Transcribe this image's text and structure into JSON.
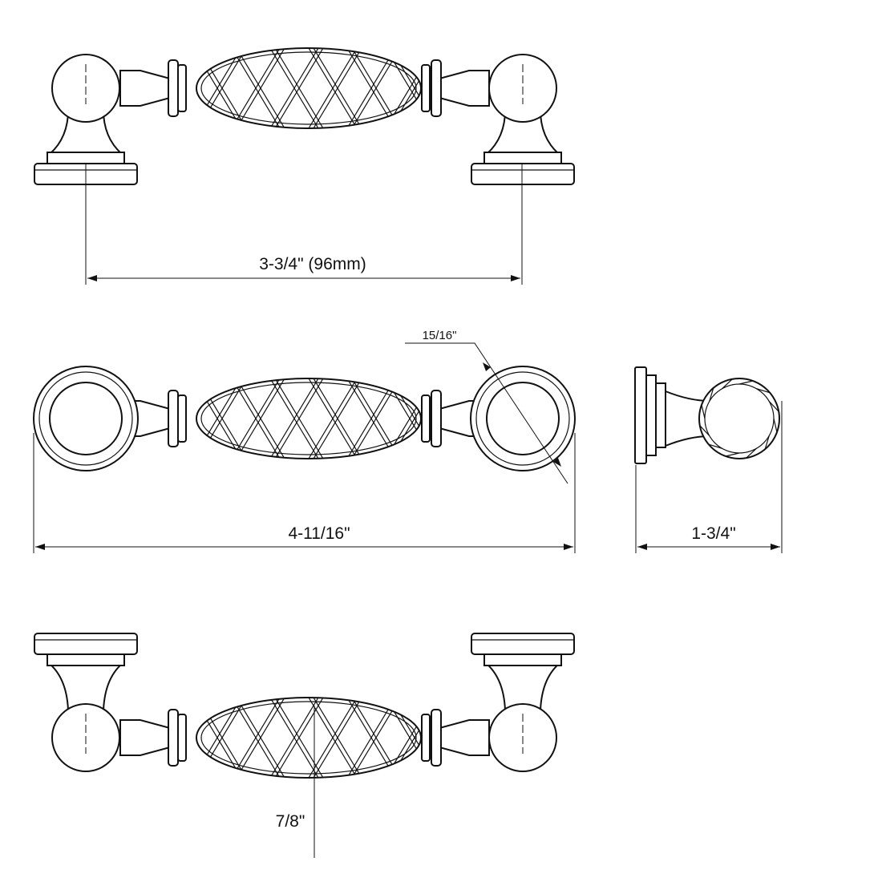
{
  "dimensions": {
    "center_to_center": "3-3/4\" (96mm)",
    "knob_diameter": "15/16\"",
    "overall_length": "4-11/16\"",
    "projection": "1-3/4\"",
    "grip_diameter": "7/8\""
  },
  "colors": {
    "line": "#111111",
    "background": "#ffffff"
  }
}
